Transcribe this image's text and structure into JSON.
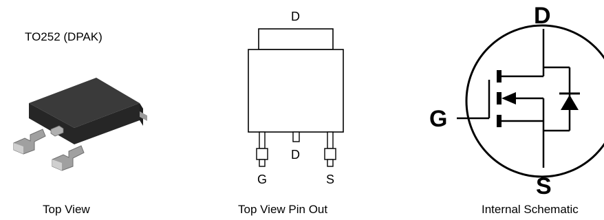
{
  "package": {
    "name": "TO252 (DPAK)",
    "caption": "Top View"
  },
  "pinout": {
    "tab_label": "D",
    "center_pin_label": "D",
    "left_pin_label": "G",
    "right_pin_label": "S",
    "caption": "Top View Pin Out"
  },
  "schematic": {
    "drain_label": "D",
    "gate_label": "G",
    "source_label": "S",
    "caption": "Internal Schematic"
  },
  "colors": {
    "stroke": "#000000",
    "package_body": "#2b2b2b",
    "package_top": "#3c3c3c",
    "lead_metal": "#a9a9a9"
  }
}
